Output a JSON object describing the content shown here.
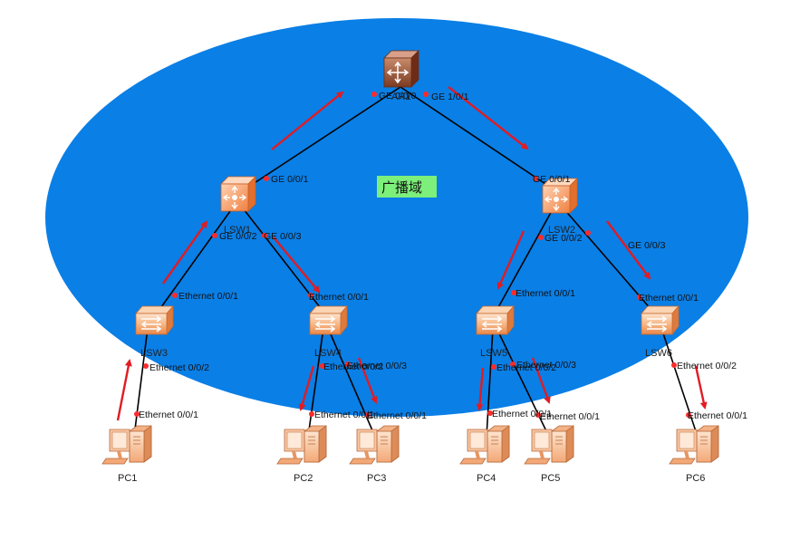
{
  "broadcast_domain": {
    "label": "广播域",
    "fill": "#0a7fe6",
    "label_bg": "#7cf07a"
  },
  "colors": {
    "link": "#000000",
    "port_dot": "#ff2a2a",
    "arrow": "#e01c24"
  },
  "devices": {
    "router": {
      "name": "AR1"
    },
    "lsw1": {
      "name": "LSW1"
    },
    "lsw2": {
      "name": "LSW2"
    },
    "lsw3": {
      "name": "LSW3"
    },
    "lsw4": {
      "name": "LSW4"
    },
    "lsw5": {
      "name": "LSW5"
    },
    "lsw6": {
      "name": "LSW6"
    },
    "pc1": {
      "name": "PC1"
    },
    "pc2": {
      "name": "PC2"
    },
    "pc3": {
      "name": "PC3"
    },
    "pc4": {
      "name": "PC4"
    },
    "pc5": {
      "name": "PC5"
    },
    "pc6": {
      "name": "PC6"
    }
  },
  "ports": {
    "ar_ge000": "GE 0/0/0",
    "ar_ge101": "GE 1/0/1",
    "lsw1_ge001": "GE 0/0/1",
    "lsw1_ge002": "GE 0/0/2",
    "lsw1_ge003": "GE 0/0/3",
    "lsw2_ge001": "GE 0/0/1",
    "lsw2_ge002": "GE 0/0/2",
    "lsw2_ge003": "GE 0/0/3",
    "lsw3_e001": "Ethernet 0/0/1",
    "lsw3_e002": "Ethernet 0/0/2",
    "lsw4_e001": "Ethernet 0/0/1",
    "lsw4_e002": "Ethernet 0/0/2",
    "lsw4_e003": "Ethernet 0/0/3",
    "lsw5_e001": "Ethernet 0/0/1",
    "lsw5_e002": "Ethernet 0/0/2",
    "lsw5_e003": "Ethernet 0/0/3",
    "lsw6_e001": "Ethernet 0/0/1",
    "lsw6_e002": "Ethernet 0/0/2",
    "pc1_e001": "Ethernet 0/0/1",
    "pc2_e001": "Ethernet 0/0/1",
    "pc3_e001": "Ethernet 0/0/1",
    "pc4_e001": "Ethernet 0/0/1",
    "pc5_e001": "Ethernet 0/0/1",
    "pc6_e001": "Ethernet 0/0/1"
  }
}
